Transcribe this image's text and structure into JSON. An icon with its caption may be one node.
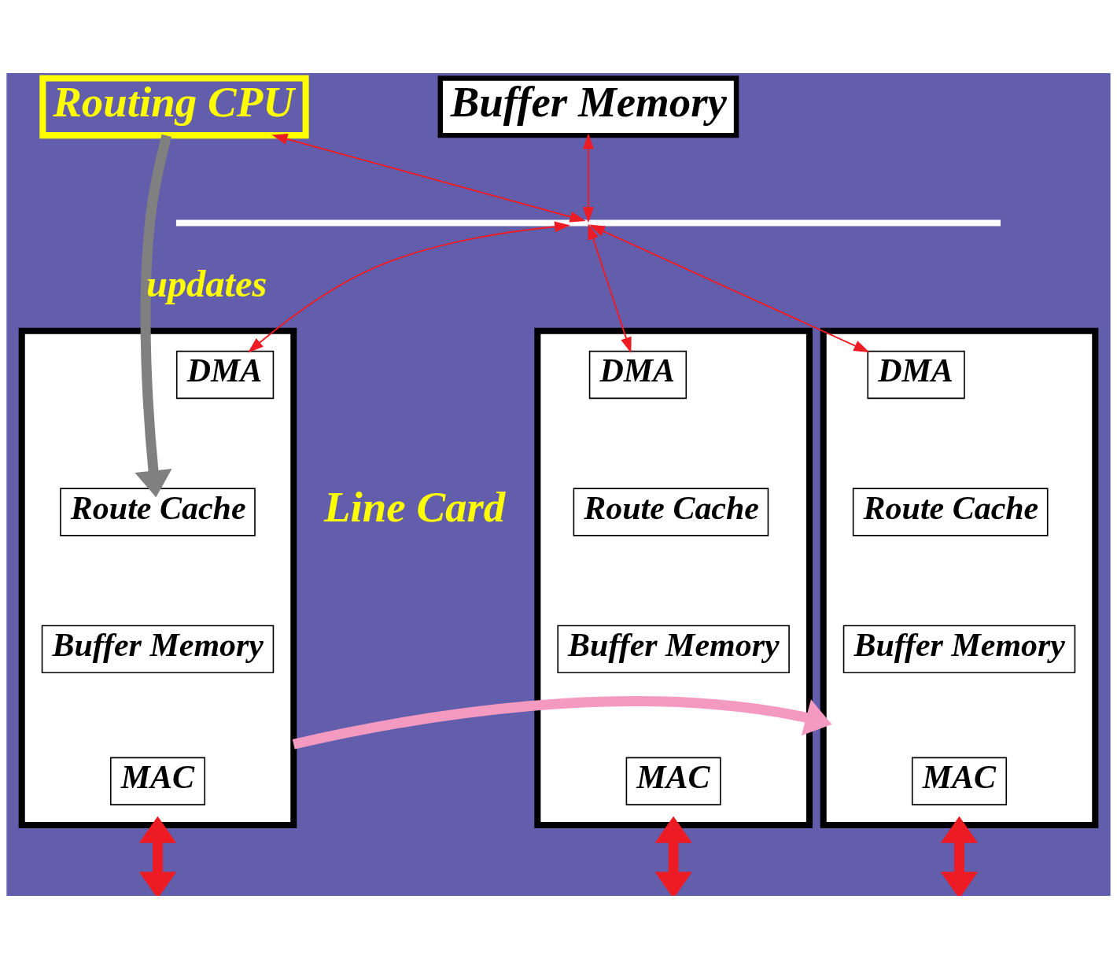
{
  "diagram": {
    "nodes": [
      {
        "text": [
          "Routing CPU"
        ]
      },
      {
        "text": [
          "Buffer Memory"
        ]
      },
      {
        "text": [],
        "shape": "bar"
      },
      {
        "text": [],
        "shape": "box",
        "beside": [
          "Line Card"
        ]
      },
      {
        "text": [
          "DMA"
        ],
        "in": 3
      },
      {
        "text": [
          "Route Cache"
        ],
        "in": 3
      },
      {
        "text": [
          "Buffer Memory"
        ],
        "in": 3
      },
      {
        "text": [
          "MAC"
        ],
        "in": 3
      },
      {
        "text": [],
        "shape": "box"
      },
      {
        "text": [
          "DMA"
        ],
        "in": 8
      },
      {
        "text": [
          "Route Cache"
        ],
        "in": 8
      },
      {
        "text": [
          "Buffer Memory"
        ],
        "in": 8
      },
      {
        "text": [
          "MAC"
        ],
        "in": 8
      },
      {
        "text": [],
        "shape": "box"
      },
      {
        "text": [
          "DMA"
        ],
        "in": 13
      },
      {
        "text": [
          "Route Cache"
        ],
        "in": 13
      },
      {
        "text": [
          "Buffer Memory"
        ],
        "in": 13
      },
      {
        "text": [
          "MAC"
        ],
        "in": 13
      }
    ],
    "edges": [
      {
        "from": 0,
        "to": 5,
        "arrow": "to",
        "label": "updates",
        "style": "thick",
        "color": "#808080"
      },
      {
        "from": 0,
        "to": 2,
        "arrow": "both"
      },
      {
        "from": 1,
        "to": 2,
        "arrow": "both"
      },
      {
        "from": 2,
        "to": 4,
        "arrow": "both"
      },
      {
        "from": 2,
        "to": 9,
        "arrow": "both"
      },
      {
        "from": 2,
        "to": 14,
        "arrow": "both"
      },
      {
        "from": 3,
        "to": 13,
        "arrow": "to",
        "style": "thick",
        "color": "#f49ac1"
      },
      {
        "from": 3,
        "to": null,
        "arrow": "both",
        "style": "thick"
      },
      {
        "from": 8,
        "to": null,
        "arrow": "both",
        "style": "thick"
      },
      {
        "from": 13,
        "to": null,
        "arrow": "both",
        "style": "thick"
      }
    ]
  }
}
